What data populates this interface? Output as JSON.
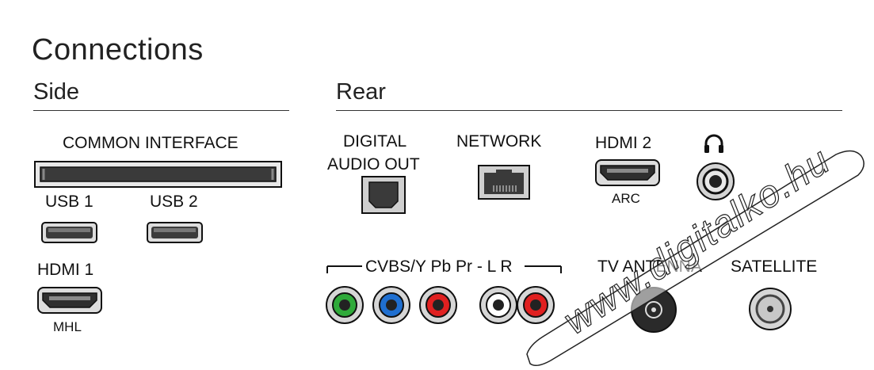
{
  "title": "Connections",
  "sections": {
    "side": "Side",
    "rear": "Rear"
  },
  "side": {
    "common_interface": "COMMON INTERFACE",
    "usb1": "USB 1",
    "usb2": "USB 2",
    "hdmi1": "HDMI 1",
    "hdmi1_sub": "MHL"
  },
  "rear": {
    "digital_audio_line1": "DIGITAL",
    "digital_audio_line2": "AUDIO OUT",
    "network": "NETWORK",
    "hdmi2": "HDMI 2",
    "hdmi2_sub": "ARC",
    "headphone_icon": "headphone-icon",
    "cvbs_label": "CVBS/Y Pb Pr - L R",
    "tv_antenna": "TV ANTENNA",
    "satellite": "SATELLITE"
  },
  "rca_colors": [
    "#2faa3a",
    "#1f6fd0",
    "#e02020",
    "#ffffff",
    "#e02020"
  ],
  "watermark": "www.digitalko.hu"
}
